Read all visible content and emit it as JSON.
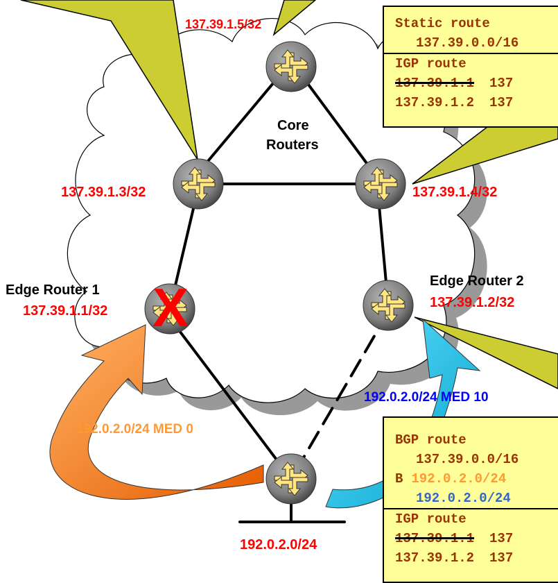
{
  "core_label": "Core\nRouters",
  "core_line1": "Core",
  "core_line2": "Routers",
  "routers": {
    "r5": {
      "addr": "137.39.1.5/32"
    },
    "r3": {
      "addr": "137.39.1.3/32"
    },
    "r4": {
      "addr": "137.39.1.4/32"
    },
    "edge1": {
      "name": "Edge Router 1",
      "addr": "137.39.1.1/32"
    },
    "edge2": {
      "name": "Edge Router 2",
      "addr": "137.39.1.2/32"
    },
    "customer": {
      "lan": "192.0.2.0/24"
    }
  },
  "failure_mark": "X",
  "advertisements": {
    "med0": "192.0.2.0/24 MED 0",
    "med10": "192.0.2.0/24 MED 10"
  },
  "top_table": {
    "static_header": "Static route",
    "static_route": "137.39.0.0/16",
    "igp_header": "IGP route",
    "igp_row1_a": "137.39.1.1",
    "igp_row1_b": "137",
    "igp_row2_a": "137.39.1.2",
    "igp_row2_b": "137"
  },
  "bottom_table": {
    "bgp_header": "BGP route",
    "bgp_row1": "137.39.0.0/16",
    "bgp_row2_flag": "B",
    "bgp_row2": "192.0.2.0/24",
    "bgp_row3": "192.0.2.0/24",
    "igp_header": "IGP route",
    "igp_row1_a": "137.39.1.1",
    "igp_row1_b": "137",
    "igp_row2_a": "137.39.1.2",
    "igp_row2_b": "137"
  },
  "colors": {
    "cloud_shadow": "#999999",
    "callout_fill": "#cccc33",
    "router_body": "#808080",
    "router_arrow": "#ffe680",
    "med0_arrow": "#ff8833",
    "med10_arrow": "#33ccff",
    "box_fill": "#ffff99",
    "red_text": "#ff0000",
    "orange_text": "#ff9933",
    "blue_text": "#0000ff"
  }
}
